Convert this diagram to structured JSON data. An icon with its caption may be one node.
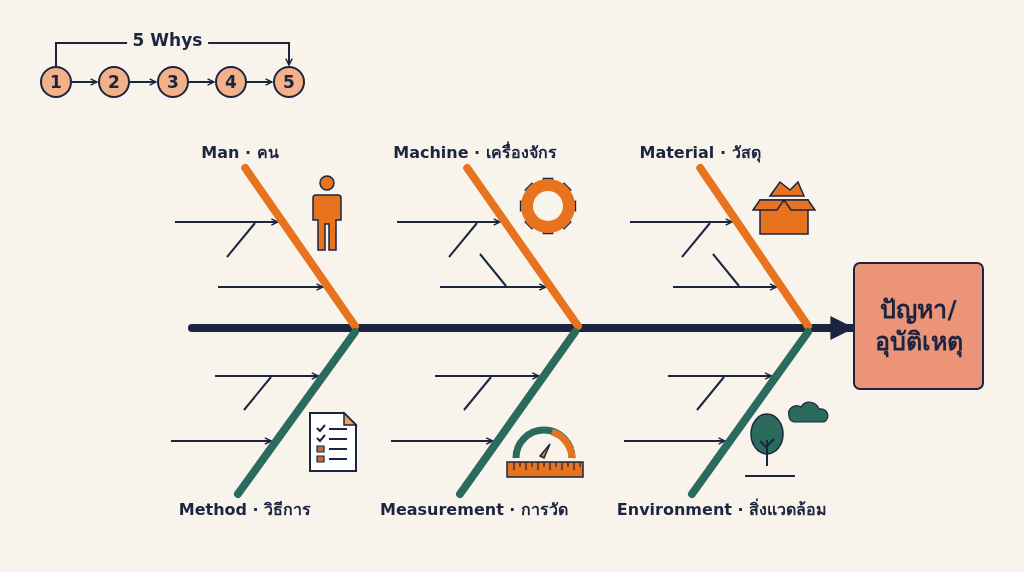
{
  "diagram": {
    "nodes": [
      {
        "text": [
          "1"
        ]
      },
      {
        "text": [
          "2"
        ]
      },
      {
        "text": [
          "3"
        ]
      },
      {
        "text": [
          "4"
        ]
      },
      {
        "text": [
          "5"
        ]
      },
      {
        "text": [
          "ปัญหา/อุบัติเหตุ"
        ]
      },
      {
        "text": [
          "Man · คน"
        ]
      },
      {
        "text": [
          "Machine · เครื่องจักร"
        ]
      },
      {
        "text": [
          "Material · วัสดุ"
        ]
      },
      {
        "text": [
          "Method · วิธีการ"
        ]
      },
      {
        "text": [
          "Measurement · การวัด"
        ]
      },
      {
        "text": [
          "Environment · สิ่งแวดล้อม"
        ]
      }
    ],
    "edges": [
      {
        "from": 0,
        "to": 1,
        "arrow": "to"
      },
      {
        "from": 1,
        "to": 2,
        "arrow": "to"
      },
      {
        "from": 2,
        "to": 3,
        "arrow": "to"
      },
      {
        "from": 3,
        "to": 4,
        "arrow": "to"
      },
      {
        "from": 0,
        "to": 4,
        "arrow": "to",
        "label": "5 Whys"
      },
      {
        "from": null,
        "to": 5,
        "arrow": "to"
      },
      {
        "from": 6,
        "to": null,
        "arrow": "none",
        "color": "#e8731e"
      },
      {
        "from": 7,
        "to": null,
        "arrow": "none",
        "color": "#e8731e"
      },
      {
        "from": 8,
        "to": null,
        "arrow": "none",
        "color": "#e8731e"
      },
      {
        "from": 9,
        "to": null,
        "arrow": "none",
        "color": "#2a6b5e"
      },
      {
        "from": 10,
        "to": null,
        "arrow": "none",
        "color": "#2a6b5e"
      },
      {
        "from": 11,
        "to": null,
        "arrow": "none",
        "color": "#2a6b5e"
      }
    ]
  }
}
